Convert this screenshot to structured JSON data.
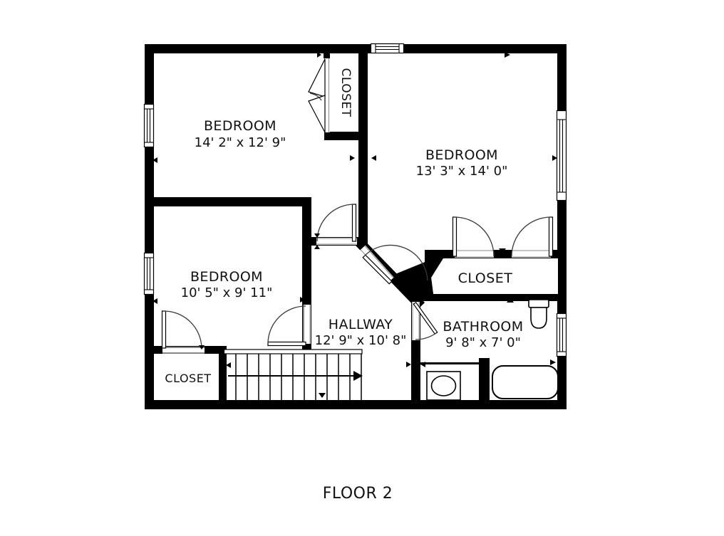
{
  "page": {
    "floor_label": "FLOOR 2"
  },
  "rooms": {
    "bedroom_top_left": {
      "name": "BEDROOM",
      "dimensions": "14' 2\" x 12' 9\""
    },
    "bedroom_top_right": {
      "name": "BEDROOM",
      "dimensions": "13' 3\" x 14' 0\""
    },
    "bedroom_bottom_left": {
      "name": "BEDROOM",
      "dimensions": "10' 5\" x 9' 11\""
    },
    "hallway": {
      "name": "HALLWAY",
      "dimensions": "12' 9\" x 10' 8\""
    },
    "bathroom": {
      "name": "BATHROOM",
      "dimensions": "9' 8\" x 7' 0\""
    },
    "closet_upper_middle": {
      "name": "CLOSET"
    },
    "closet_right": {
      "name": "CLOSET"
    },
    "closet_lower_left": {
      "name": "CLOSET"
    }
  },
  "colors": {
    "wall": "#000000",
    "floor": "#ffffff",
    "door_swing_arc": "#3a3a3a",
    "threshold_line": "#8a8a8a",
    "label_text": "#111111"
  },
  "fixtures": {
    "bathtub": "bathtub",
    "toilet": "toilet",
    "sink": "sink-vanity",
    "stairs": "staircase-with-direction-arrow",
    "windows_count": 5
  }
}
